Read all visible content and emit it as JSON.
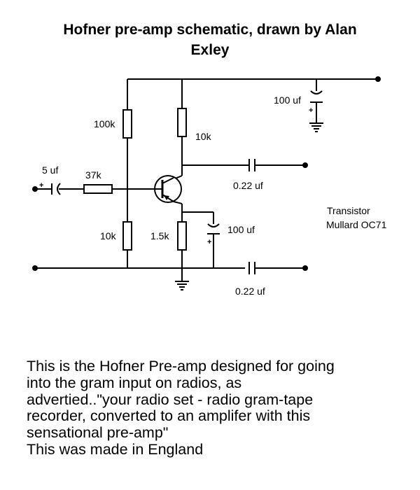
{
  "title": {
    "line1": "Hofner pre-amp schematic, drawn by Alan",
    "line2": "Exley"
  },
  "labels": {
    "r_100k": "100k",
    "r_10k_collector": "10k",
    "r_37k": "37k",
    "r_10k_bias": "10k",
    "r_1_5k": "1.5k",
    "c_5uf": "5 uf",
    "c_100uf_top": "100 uf",
    "c_100uf_emitter": "100 uf",
    "c_022_out": "0.22 uf",
    "c_022_bottom": "0.22 uf",
    "transistor_line1": "Transistor",
    "transistor_line2": "Mullard OC71",
    "plus": "+"
  },
  "description": [
    "This is the Hofner Pre-amp designed for going",
    "into the gram input on radios, as",
    "advertied..\"your radio set - radio gram-tape",
    "recorder, converted to an amplifer with this",
    "sensational pre-amp\"",
    "This was made in England"
  ]
}
